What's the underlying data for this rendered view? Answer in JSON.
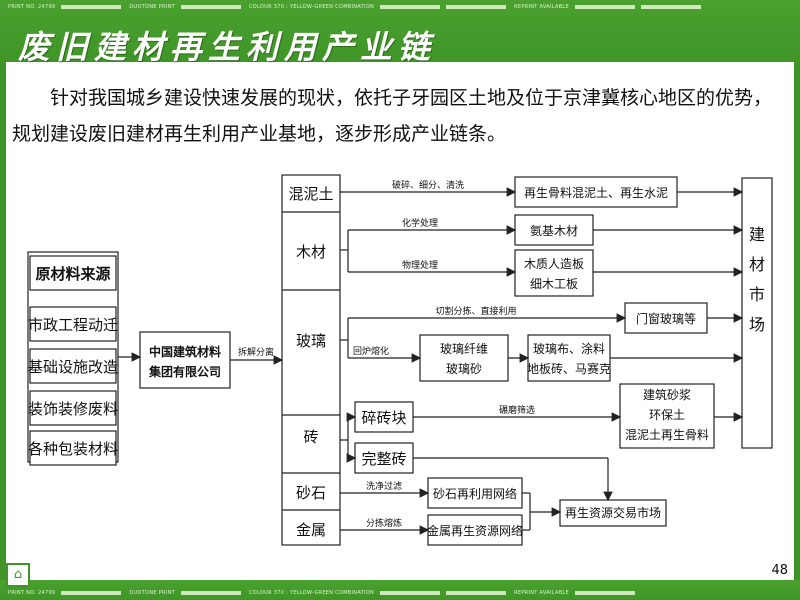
{
  "slide": {
    "title": "废旧建材再生利用产业链",
    "intro": "针对我国城乡建设快速发展的现状，依托子牙园区土地及位于京津冀核心地区的优势，规划建设废旧建材再生利用产业基地，逐步形成产业链条。",
    "page_number": "48",
    "strip_top": [
      "PRINT NO. 24799",
      "DUOTONE PRINT",
      "COLOUR 370 : YELLOW-GREEN COMBINATION",
      "REPRINT AVAILABLE"
    ],
    "strip_bottom": [
      "PRINT NO. 24799",
      "DUOTONE PRINT",
      "COLOUR 370 : YELLOW-GREEN COMBINATION",
      "REPRINT AVAILABLE"
    ]
  },
  "diagram": {
    "source_header": "原材料来源",
    "sources": [
      "市政工程动迁",
      "基础设施改造",
      "装饰装修废料",
      "各种包装材料"
    ],
    "company": [
      "中国建筑材料",
      "集团有限公司"
    ],
    "split_label": "拆解分离",
    "materials": [
      "混泥土",
      "木材",
      "玻璃",
      "砖",
      "砂石",
      "金属"
    ],
    "sub_bricks": [
      "碎砖块",
      "完整砖"
    ],
    "edge_labels": {
      "concrete": "破碎、细分、清洗",
      "wood_chem": "化学处理",
      "wood_phys": "物理处理",
      "glass_cut": "切割分拣、直接利用",
      "glass_melt": "回炉熔化",
      "brick_grind": "碾磨筛选",
      "sand": "洗净过滤",
      "metal": "分拣熔炼"
    },
    "products": {
      "concrete": "再生骨料混泥土、再生水泥",
      "wood_chem": "氨基木材",
      "wood_phys": [
        "木质人造板",
        "细木工板"
      ],
      "glass_window": "门窗玻璃等",
      "glass_fiber": [
        "玻璃纤维",
        "玻璃砂"
      ],
      "glass_cloth": [
        "玻璃布、涂料",
        "地板砖、马赛克"
      ],
      "brick_products": [
        "建筑砂浆",
        "环保土",
        "混泥土再生骨料"
      ],
      "sand_net": "砂石再利用网络",
      "metal_net": "金属再生资源网络",
      "exchange": "再生资源交易市场"
    },
    "market": "建材市场"
  }
}
